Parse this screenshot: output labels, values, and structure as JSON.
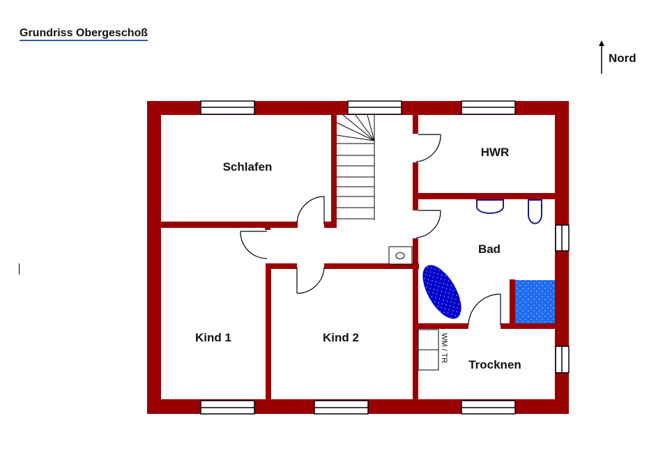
{
  "title": "Grundriss  Obergeschoß",
  "compass": {
    "label": "Nord",
    "icon": "north-arrow-icon"
  },
  "colors": {
    "wall": "#990000",
    "fixture_outline": "#1a1a80",
    "tub_fill": "#0000cc",
    "shower_fill": "#1e6cf0"
  },
  "rooms": {
    "schlafen": "Schlafen",
    "hwr": "HWR",
    "bad": "Bad",
    "kind1": "Kind 1",
    "kind2": "Kind 2",
    "trocknen": "Trocknen"
  },
  "appliance_label": "WM / TR"
}
